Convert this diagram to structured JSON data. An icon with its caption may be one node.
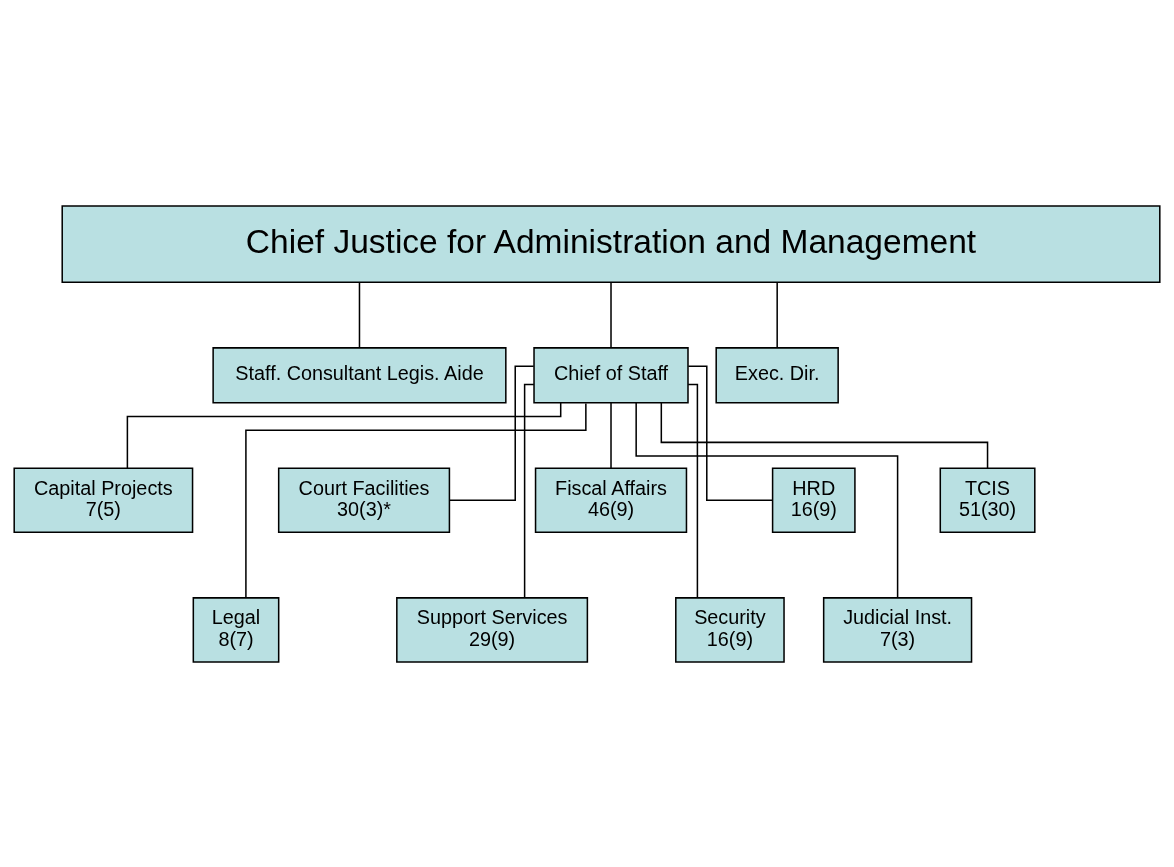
{
  "diagram": {
    "nodes": [
      {
        "text": [
          "Chief Justice for Administration and Management"
        ]
      },
      {
        "text": [
          "Staff. Consultant Legis. Aide"
        ]
      },
      {
        "text": [
          "Chief of Staff"
        ]
      },
      {
        "text": [
          "Exec. Dir."
        ]
      },
      {
        "text": [
          "Capital Projects",
          "7(5)"
        ]
      },
      {
        "text": [
          "Court Facilities",
          "30(3)*"
        ]
      },
      {
        "text": [
          "Fiscal Affairs",
          "46(9)"
        ]
      },
      {
        "text": [
          "HRD",
          "16(9)"
        ]
      },
      {
        "text": [
          "TCIS",
          "51(30)"
        ]
      },
      {
        "text": [
          "Legal",
          "8(7)"
        ]
      },
      {
        "text": [
          "Support Services",
          "29(9)"
        ]
      },
      {
        "text": [
          "Security",
          "16(9)"
        ]
      },
      {
        "text": [
          "Judicial Inst.",
          "7(3)"
        ]
      }
    ],
    "edges": [
      {
        "from": 0,
        "to": 1,
        "arrow": "none"
      },
      {
        "from": 0,
        "to": 2,
        "arrow": "none"
      },
      {
        "from": 0,
        "to": 3,
        "arrow": "none"
      },
      {
        "from": 2,
        "to": 4,
        "arrow": "none"
      },
      {
        "from": 2,
        "to": 9,
        "arrow": "none"
      },
      {
        "from": 2,
        "to": 5,
        "arrow": "none"
      },
      {
        "from": 2,
        "to": 10,
        "arrow": "none"
      },
      {
        "from": 2,
        "to": 6,
        "arrow": "none"
      },
      {
        "from": 2,
        "to": 11,
        "arrow": "none"
      },
      {
        "from": 2,
        "to": 7,
        "arrow": "none"
      },
      {
        "from": 2,
        "to": 12,
        "arrow": "none"
      },
      {
        "from": 2,
        "to": 8,
        "arrow": "none"
      }
    ]
  }
}
